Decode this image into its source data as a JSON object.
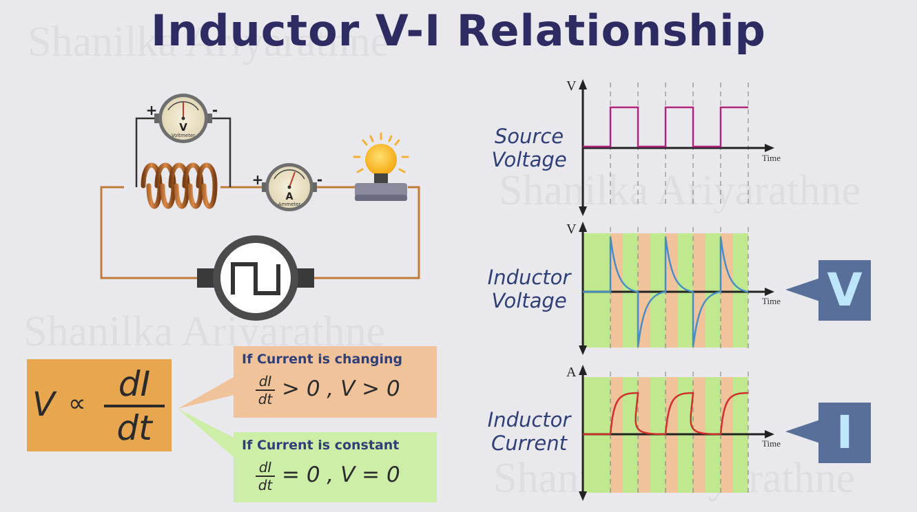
{
  "title": "Inductor V-I Relationship",
  "watermark": "Shanilka Ariyarathne",
  "circuit": {
    "voltmeter_letter": "V",
    "voltmeter_name": "Voltmeter",
    "ammeter_letter": "A",
    "ammeter_name": "Ammeter",
    "plus": "+",
    "minus": "-"
  },
  "formula": {
    "lhs": "V",
    "prop": "∝",
    "num": "dI",
    "den": "dt"
  },
  "changing": {
    "heading": "If Current is changing",
    "num": "dI",
    "den": "dt",
    "relation": "> 0 ,  V > 0"
  },
  "constant": {
    "heading": "If Current is constant",
    "num": "dI",
    "den": "dt",
    "relation": "= 0 ,  V = 0"
  },
  "graphs": [
    {
      "label_line1": "Source",
      "label_line2": "Voltage",
      "axis": "V",
      "time": "Time"
    },
    {
      "label_line1": "Inductor",
      "label_line2": "Voltage",
      "axis": "V",
      "time": "Time"
    },
    {
      "label_line1": "Inductor",
      "label_line2": "Current",
      "axis": "A",
      "time": "Time"
    }
  ],
  "badges": {
    "voltage": "V",
    "current": "I"
  },
  "colors": {
    "title": "#2e2b63",
    "source_wave": "#b0267f",
    "inductor_voltage_wave": "#4a8cc6",
    "inductor_current_wave": "#d0302c",
    "changing_band": "#f0c39a",
    "constant_band": "#bfe88f",
    "badge": "#576f99"
  }
}
